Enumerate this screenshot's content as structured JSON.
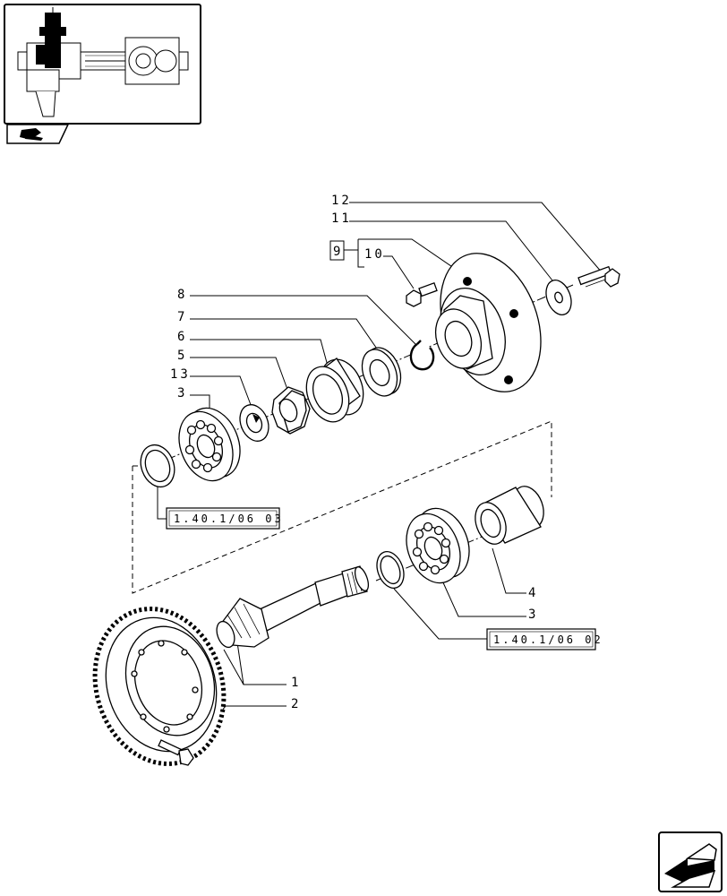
{
  "callouts": {
    "c12": "12",
    "c11": "11",
    "c9": "9",
    "c10": "10",
    "c8": "8",
    "c7": "7",
    "c6": "6",
    "c5": "5",
    "c13": "13",
    "c3a": "3",
    "c4": "4",
    "c3b": "3",
    "c1": "1",
    "c2": "2"
  },
  "references": {
    "ref_upper": "1.40.1/06 03",
    "ref_lower": "1.40.1/06 02"
  },
  "icons": {
    "thumbnail": "axle-assembly-thumbnail-icon",
    "thumbnail_tab": "book-hand-icon",
    "next_page": "next-page-arrow-icon"
  }
}
